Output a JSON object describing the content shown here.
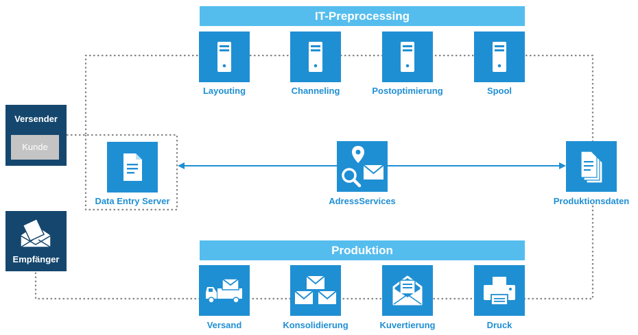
{
  "top_banner": {
    "title": "IT-Preprocessing"
  },
  "bottom_banner": {
    "title": "Produktion"
  },
  "preprocessing_steps": [
    {
      "label": "Layouting",
      "icon": "server-icon"
    },
    {
      "label": "Channeling",
      "icon": "server-icon"
    },
    {
      "label": "Postoptimierung",
      "icon": "server-icon"
    },
    {
      "label": "Spool",
      "icon": "server-icon"
    }
  ],
  "production_steps": [
    {
      "label": "Versand",
      "icon": "delivery-truck-icon"
    },
    {
      "label": "Konsolidierung",
      "icon": "envelopes-icon"
    },
    {
      "label": "Kuvertierung",
      "icon": "envelope-insert-icon"
    },
    {
      "label": "Druck",
      "icon": "printer-icon"
    }
  ],
  "middle": {
    "data_entry_server": {
      "label": "Data Entry Server",
      "icon": "document-icon"
    },
    "adress_services": {
      "label": "AdressServices",
      "icon": "location-search-mail-icon"
    },
    "produktionsdaten": {
      "label": "Produktionsdaten",
      "icon": "documents-stack-icon"
    }
  },
  "actors": {
    "versender": {
      "title": "Versender",
      "sub": "Kunde"
    },
    "empfaenger": {
      "title": "Empfänger",
      "icon": "mail-icon"
    }
  },
  "colors": {
    "box": "#1f8fd3",
    "banner": "#55bdee",
    "actor": "#15476e",
    "label": "#1f8fd3",
    "connector": "#888888",
    "arrow": "#1f8fd3"
  }
}
